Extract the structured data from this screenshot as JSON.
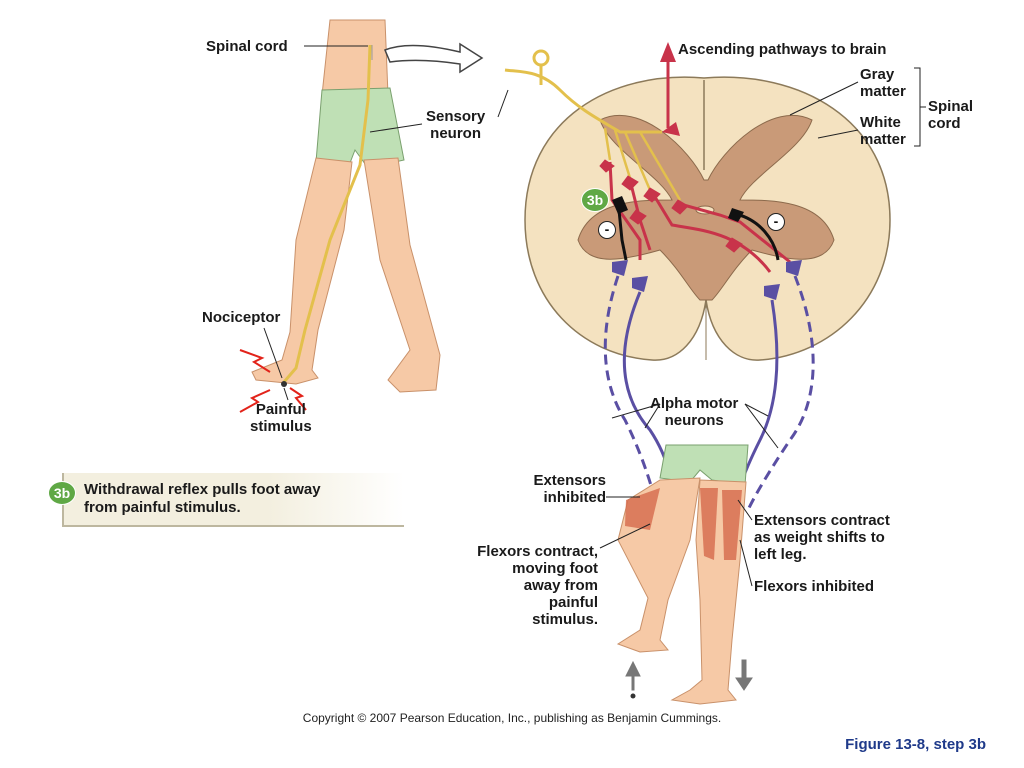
{
  "labels": {
    "spinal_cord_top": "Spinal cord",
    "ascending": "Ascending pathways to brain",
    "gray_matter_1": "Gray",
    "gray_matter_2": "matter",
    "white_matter_1": "White",
    "white_matter_2": "matter",
    "spinal_cord_bracket_1": "Spinal",
    "spinal_cord_bracket_2": "cord",
    "sensory_1": "Sensory",
    "sensory_2": "neuron",
    "nociceptor": "Nociceptor",
    "painful_1": "Painful",
    "painful_2": "stimulus",
    "alpha_1": "Alpha motor",
    "alpha_2": "neurons",
    "ext_inhib_1": "Extensors",
    "ext_inhib_2": "inhibited",
    "ext_contract_1": "Extensors contract",
    "ext_contract_2": "as weight shifts to",
    "ext_contract_3": "left leg.",
    "flex_inhib": "Flexors inhibited",
    "flex_contract_1": "Flexors contract,",
    "flex_contract_2": "moving foot",
    "flex_contract_3": "away from",
    "flex_contract_4": "painful",
    "flex_contract_5": "stimulus."
  },
  "step": {
    "badge": "3b",
    "line1": "Withdrawal reflex pulls foot away",
    "line2": "from painful stimulus."
  },
  "inhibitory_symbol": "-",
  "copyright": "Copyright © 2007 Pearson Education, Inc., publishing as Benjamin Cummings.",
  "figure_caption": "Figure 13-8, step 3b",
  "colors": {
    "skin": "#f6c9a6",
    "shorts": "#bfe0b5",
    "white_matter": "#f4e2c0",
    "gray_matter": "#c99a78",
    "sensory": "#e3c04c",
    "interneuron_red": "#c8334a",
    "motor_purple": "#5a4fa3",
    "inhibitory": "#111111",
    "badge": "#5fa845",
    "caption": "#1f3a8a"
  }
}
